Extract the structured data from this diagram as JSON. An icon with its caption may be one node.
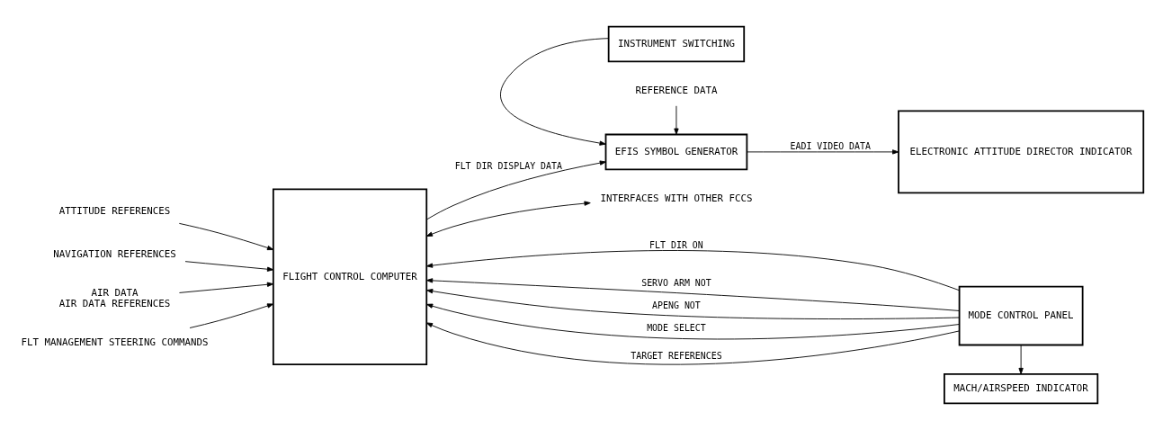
{
  "diagram": {
    "nodes": [
      {
        "text": [
          "FLIGHT CONTROL COMPUTER"
        ]
      },
      {
        "text": [
          "MODE CONTROL PANEL"
        ]
      },
      {
        "text": [
          "MACH/AIRSPEED INDICATOR"
        ]
      },
      {
        "text": [
          "EFIS SYMBOL GENERATOR"
        ]
      },
      {
        "text": [
          "ELECTRONIC ATTITUDE DIRECTOR INDICATOR"
        ]
      },
      {
        "text": [
          "INSTRUMENT SWITCHING"
        ]
      },
      {
        "text": [
          "ATTITUDE REFERENCES"
        ]
      },
      {
        "text": [
          "NAVIGATION REFERENCES"
        ]
      },
      {
        "text": [
          "AIR DATA",
          "AIR DATA REFERENCES"
        ]
      },
      {
        "text": [
          "FLT MANAGEMENT STEERING COMMANDS"
        ]
      },
      {
        "text": [
          "REFERENCE DATA"
        ]
      },
      {
        "text": [
          "INTERFACES WITH OTHER FCCS"
        ]
      }
    ],
    "edges": [
      {
        "from": 6,
        "to": 0,
        "arrow": "to"
      },
      {
        "from": 7,
        "to": 0,
        "arrow": "to"
      },
      {
        "from": 8,
        "to": 0,
        "arrow": "to"
      },
      {
        "from": 9,
        "to": 0,
        "arrow": "to"
      },
      {
        "from": 1,
        "to": 0,
        "arrow": "to",
        "label": "FLT DIR ON"
      },
      {
        "from": 1,
        "to": 0,
        "arrow": "to",
        "label": "SERVO ARM NOT"
      },
      {
        "from": 1,
        "to": 0,
        "arrow": "to",
        "label": "APENG NOT"
      },
      {
        "from": 1,
        "to": 0,
        "arrow": "to",
        "label": "MODE SELECT"
      },
      {
        "from": 1,
        "to": 0,
        "arrow": "to",
        "label": "TARGET REFERENCES"
      },
      {
        "from": 1,
        "to": 2,
        "arrow": "to"
      },
      {
        "from": 0,
        "to": 11,
        "arrow": "both"
      },
      {
        "from": 0,
        "to": 3,
        "arrow": "to",
        "label": "FLT DIR DISPLAY DATA"
      },
      {
        "from": 10,
        "to": 3,
        "arrow": "to"
      },
      {
        "from": 5,
        "to": 3,
        "arrow": "to"
      },
      {
        "from": 3,
        "to": 4,
        "arrow": "to",
        "label": "EADI VIDEO DATA"
      }
    ]
  }
}
